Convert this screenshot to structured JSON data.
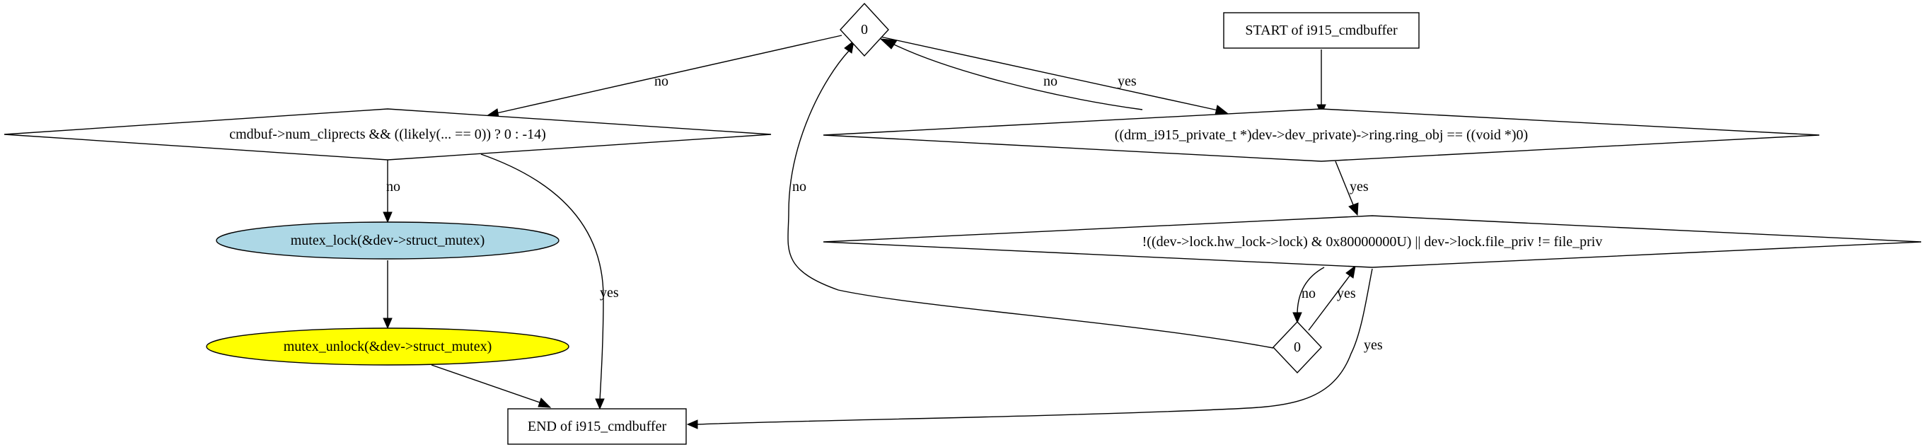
{
  "nodes": {
    "start": {
      "label": "START of i915_cmdbuffer"
    },
    "ring_check": {
      "label": "((drm_i915_private_t *)dev->dev_private)->ring.ring_obj == ((void *)0)"
    },
    "top_zero": {
      "label": "0"
    },
    "lock_check": {
      "label": "!((dev->lock.hw_lock->lock) & 0x80000000U) || dev->lock.file_priv != file_priv"
    },
    "mid_zero": {
      "label": "0"
    },
    "cliprects_check": {
      "label": "cmdbuf->num_cliprects && ((likely(... == 0)) ? 0 : -14)"
    },
    "mutex_lock": {
      "label": "mutex_lock(&dev->struct_mutex)",
      "fill": "#add8e6"
    },
    "mutex_unlock": {
      "label": "mutex_unlock(&dev->struct_mutex)",
      "fill": "#ffff00"
    },
    "end": {
      "label": "END of i915_cmdbuffer"
    }
  },
  "edge_labels": {
    "top_to_ring_yes": "yes",
    "ring_to_top_no": "no",
    "ring_to_lock_yes": "yes",
    "top_to_cliprects_no": "no",
    "cliprects_to_lock_no": "no",
    "cliprects_to_end_yes": "yes",
    "lock_to_mid_no": "no",
    "mid_to_lock_yes": "yes",
    "mid_to_top_no": "no",
    "lock_to_end_yes": "yes"
  }
}
